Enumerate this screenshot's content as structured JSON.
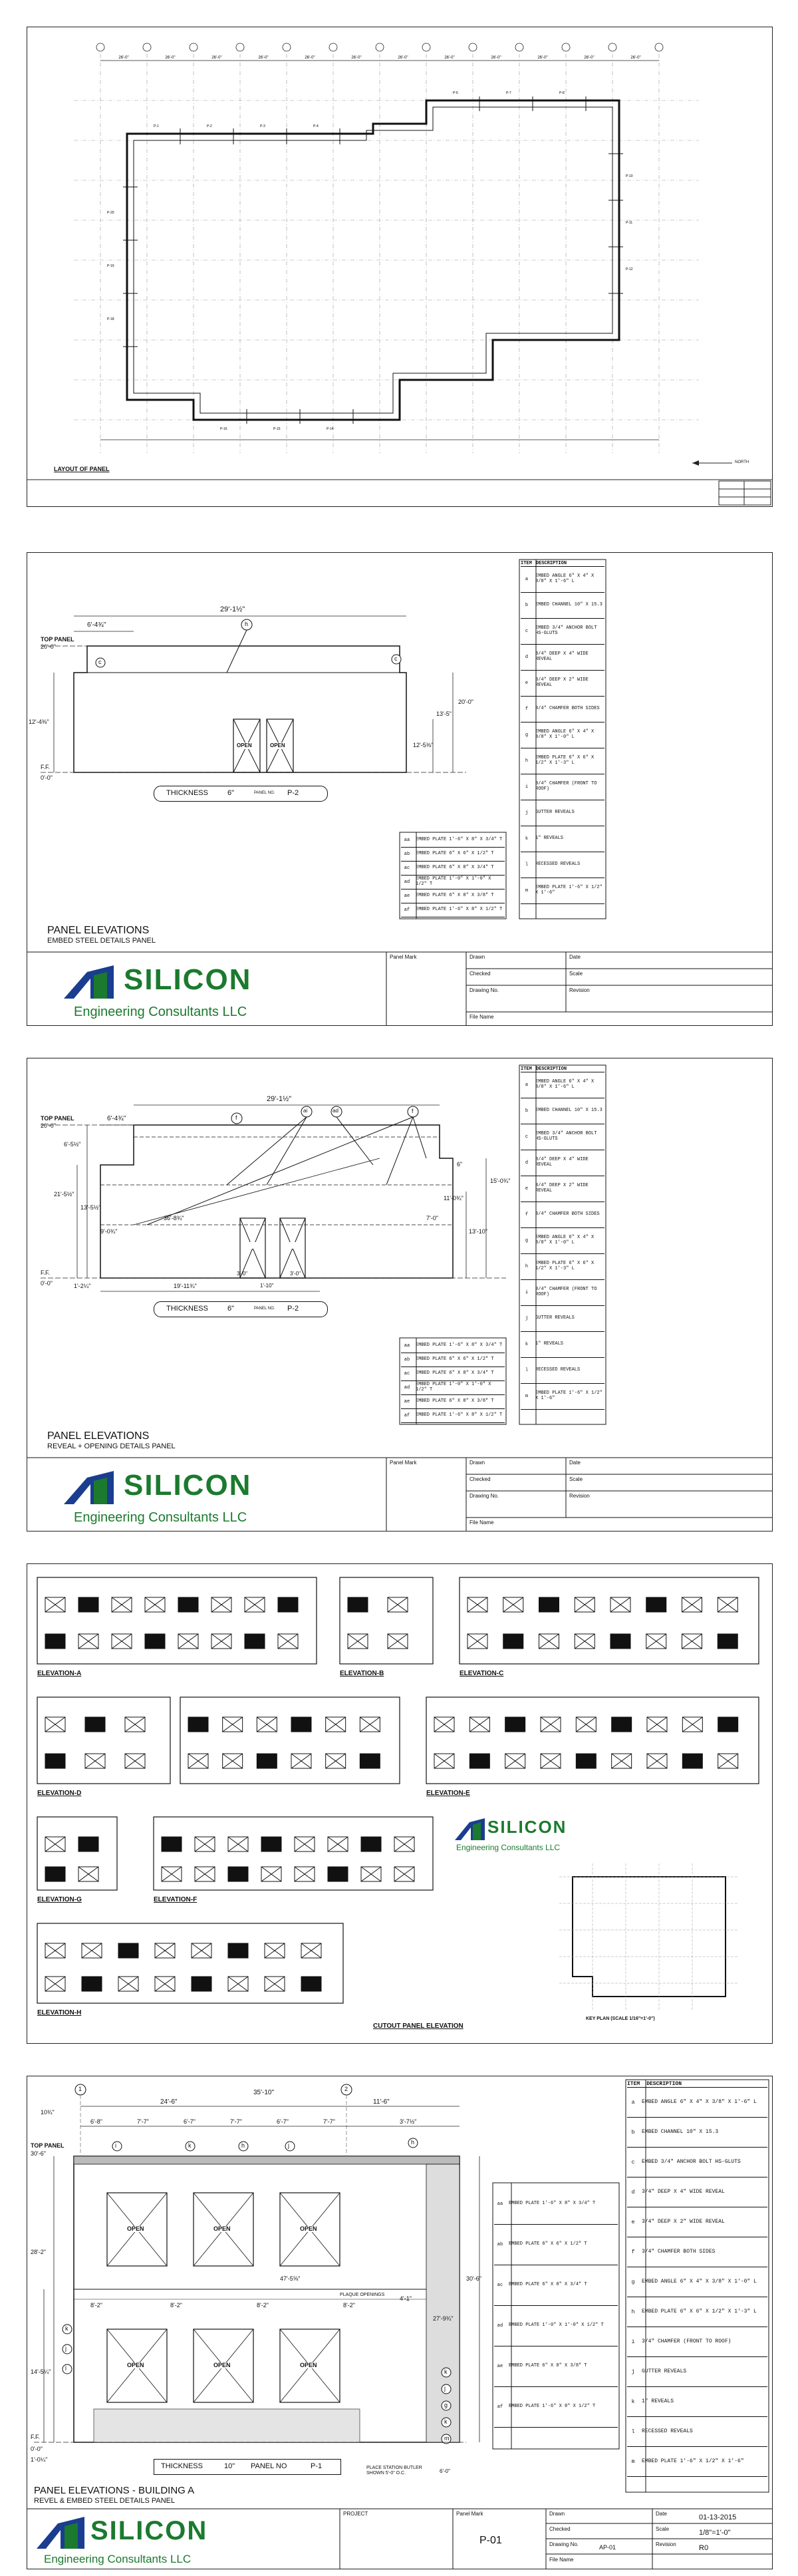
{
  "sheet1": {
    "title": "LAYOUT OF PANEL",
    "north_label": "NORTH"
  },
  "sheet2": {
    "dims": {
      "overall": "29'-1½\"",
      "left_top": "6'-4¾\"",
      "top_panel": "TOP PANEL",
      "top_panel_elev": "20'-0\"",
      "left_h": "12'-4⅜\"",
      "right_h1": "20'-0\"",
      "right_h2": "13'-5\"",
      "right_h3": "12'-5⅜\"",
      "ff": "F.F.",
      "ff_elev": "0'-0\""
    },
    "open_labels": [
      "OPEN",
      "OPEN"
    ],
    "callouts": [
      "h",
      "c",
      "c"
    ],
    "thickness_label": "THICKNESS",
    "thickness_value": "6\"",
    "panel_no_label": "PANEL NO.",
    "panel_no": "P-2",
    "heading": "PANEL ELEVATIONS",
    "subheading": "EMBED STEEL DETAILS PANEL"
  },
  "sheet3": {
    "dims": {
      "overall": "29'-1½\"",
      "left_top": "6'-4¾\"",
      "top_panel": "TOP PANEL",
      "top_panel_elev": "20'-0\"",
      "d1": "6'-5½\"",
      "d2": "21'-5½\"",
      "d3": "13'-5½\"",
      "d4": "9'-0¾\"",
      "d5": "36'-8¾\"",
      "d6": "1'-2¼\"",
      "d7": "19'-11¾\"",
      "d8": "3'-0\"",
      "d9": "1'-10\"",
      "d10": "3'-0\"",
      "r1": "15'-0¾\"",
      "r2": "11'-0¾\"",
      "r3": "7'-0\"",
      "r4": "13'-10\"",
      "r5": "6\"",
      "ff": "F.F.",
      "ff_elev": "0'-0\""
    },
    "callouts": [
      "f",
      "ai",
      "ad",
      "f"
    ],
    "thickness_label": "THICKNESS",
    "thickness_value": "6\"",
    "panel_no_label": "PANEL NO.",
    "panel_no": "P-2",
    "heading": "PANEL ELEVATIONS",
    "subheading": "REVEAL + OPENING DETAILS PANEL"
  },
  "sheet4": {
    "labels": [
      "ELEVATION-A",
      "ELEVATION-B",
      "ELEVATION-C",
      "ELEVATION-D",
      "ELEVATION-E",
      "ELEVATION-G",
      "ELEVATION-F",
      "ELEVATION-H"
    ],
    "cutout_title": "CUTOUT PANEL ELEVATION",
    "key_plan": "KEY PLAN (SCALE 1/16\"=1'-0\")"
  },
  "sheet5": {
    "grid_top": [
      "1",
      "2"
    ],
    "dims_top": [
      "24'-6\"",
      "35'-10\"",
      "11'-6\""
    ],
    "dims_sub": [
      "6'-8\"",
      "7'-7\"",
      "6'-7\"",
      "7'-7\"",
      "6'-7\"",
      "7'-7\"",
      "3'-7½\""
    ],
    "left_dims": [
      "10¾\"",
      "TOP PANEL",
      "30'-6\"",
      "28'-2\"",
      "14'-5¼\"",
      "F.F.",
      "0'-0\"",
      "1'-0¼\""
    ],
    "right_dims": [
      "30'-6\"",
      "4'-1\"",
      "27'-9¾\"",
      "6'-0\""
    ],
    "mid_dims": [
      "8'-2\"",
      "8'-2\"",
      "8'-2\"",
      "8'-2\"",
      "47'-5⅝\""
    ],
    "open_labels": [
      "OPEN",
      "OPEN",
      "OPEN",
      "OPEN",
      "OPEN",
      "OPEN"
    ],
    "callouts": [
      "i",
      "k",
      "h",
      "j",
      "h",
      "k",
      "j",
      "l",
      "k",
      "j",
      "g",
      "k",
      "m"
    ],
    "notes": [
      "PLAQUE OPENINGS",
      "PLACE STATION BUTLER SHOWN 5'-0\" O.C."
    ],
    "thickness_label": "THICKNESS",
    "thickness_value": "10\"",
    "panel_no_label": "PANEL NO",
    "panel_no": "P-1",
    "heading": "PANEL ELEVATIONS - BUILDING A",
    "subheading": "REVEL & EMBED STEEL DETAILS PANEL",
    "project_label": "PROJECT",
    "panel_mark_label": "Panel Mark",
    "panel_mark": "P-01",
    "date_value": "01-13-2015",
    "scale_value": "1/8\"=1'-0\"",
    "drawing_no": "AP-01",
    "revision_value": "R0"
  },
  "titleblock": {
    "panel_mark": "Panel Mark",
    "drawn": "Drawn",
    "date": "Date",
    "checked": "Checked",
    "scale": "Scale",
    "drawing_no": "Drawing No.",
    "revision": "Revision",
    "file_name": "File Name"
  },
  "logo": {
    "name": "SILICON",
    "sub": "Engineering Consultants LLC",
    "color": "#1b7a2e",
    "accent": "#1a3d8f"
  },
  "item_table": {
    "header": [
      "ITEM",
      "DESCRIPTION"
    ],
    "rows": [
      [
        "a",
        "EMBED ANGLE 6\" X 4\" X 3/8\" X 1'-6\" L"
      ],
      [
        "b",
        "EMBED CHANNEL 10\" X 15.3"
      ],
      [
        "c",
        "EMBED 3/4\" ANCHOR BOLT HS-GLUTS"
      ],
      [
        "d",
        "3/4\" DEEP X 4\" WIDE REVEAL"
      ],
      [
        "e",
        "3/4\" DEEP X 2\" WIDE REVEAL"
      ],
      [
        "f",
        "3/4\" CHAMFER BOTH SIDES"
      ],
      [
        "g",
        "EMBED ANGLE 6\" X 4\" X 3/8\" X 1'-0\" L"
      ],
      [
        "h",
        "EMBED PLATE 6\" X 6\" X 1/2\" X 1'-3\" L"
      ],
      [
        "i",
        "3/4\" CHAMFER (FRONT TO ROOF)"
      ],
      [
        "j",
        "GUTTER REVEALS"
      ],
      [
        "k",
        "1\" REVEALS"
      ],
      [
        "l",
        "RECESSED REVEALS"
      ],
      [
        "m",
        "EMBED PLATE 1'-6\" X 1/2\" X 1'-6\""
      ]
    ]
  },
  "embed_table": {
    "rows": [
      [
        "aa",
        "EMBED PLATE 1'-6\" X 8\" X 3/4\" T"
      ],
      [
        "ab",
        "EMBED PLATE 6\" X 6\" X 1/2\" T"
      ],
      [
        "ac",
        "EMBED PLATE 6\" X 8\" X 3/4\" T"
      ],
      [
        "ad",
        "EMBED PLATE 1'-0\" X 1'-0\" X 1/2\" T"
      ],
      [
        "ae",
        "EMBED PLATE 6\" X 8\" X 3/8\" T"
      ],
      [
        "af",
        "EMBED PLATE 1'-6\" X 8\" X 1/2\" T"
      ]
    ]
  }
}
